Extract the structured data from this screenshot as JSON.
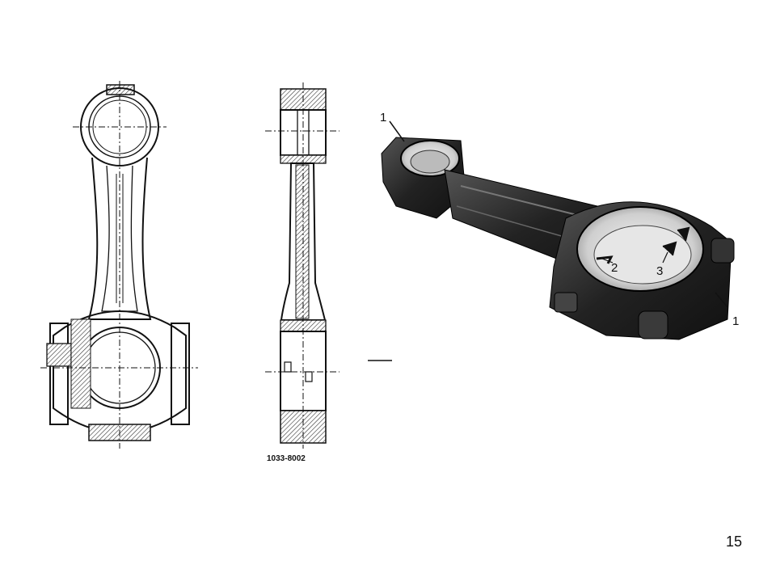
{
  "figure": {
    "drawing_code": "1033-8002",
    "callouts": [
      "1",
      "2",
      "3",
      "1"
    ]
  },
  "page_number": "15"
}
